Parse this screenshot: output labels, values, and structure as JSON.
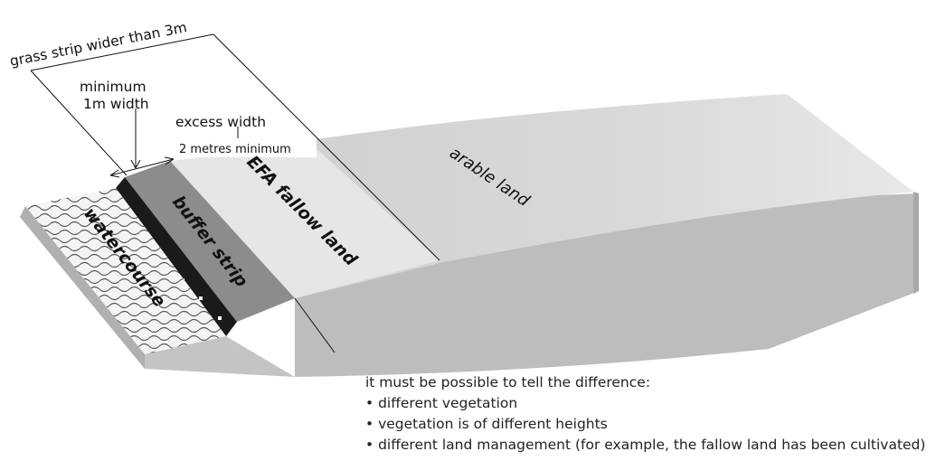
{
  "labels": {
    "grass_strip": "grass strip wider than 3m",
    "minimum_line1": "minimum",
    "minimum_line2": "1m width",
    "excess_width": "excess width",
    "two_metres": "2 metres minimum",
    "watercourse": "watercourse",
    "buffer_strip": "buffer strip",
    "efa_fallow": "EFA fallow land",
    "arable": "arable land"
  },
  "note": {
    "heading": "it must be possible to tell the difference:",
    "items": [
      "• different vegetation",
      "• vegetation is of different heights",
      "• different land management (for example, the fallow land has been cultivated)"
    ]
  },
  "colors": {
    "arable_top": "#d6d6d6",
    "arable_side": "#bdbdbd",
    "fallow": "#e6e6e6",
    "buffer": "#8c8c8c",
    "bank": "#1a1a1a",
    "water": "#f4f4f4",
    "water_side": "#b0b0b0"
  }
}
